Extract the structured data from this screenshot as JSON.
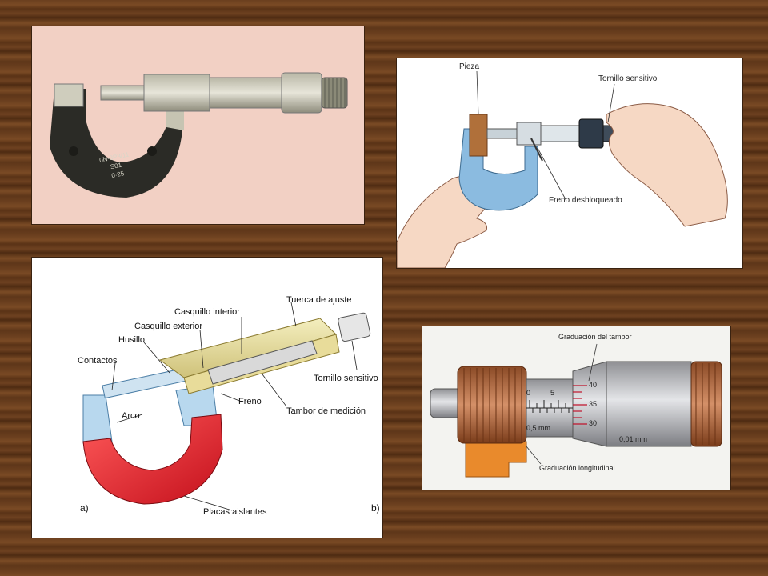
{
  "photo": {
    "engraving": [
      "0N-8P3/11",
      "S01",
      "0·25"
    ]
  },
  "usage": {
    "pieza": "Pieza",
    "tornillo_sensitivo": "Tornillo sensitivo",
    "freno_desbloqueado": "Freno desbloqueado"
  },
  "parts": {
    "tuerca_de_ajuste": "Tuerca de ajuste",
    "casquillo_interior": "Casquillo interior",
    "casquillo_exterior": "Casquillo exterior",
    "husillo": "Husillo",
    "contactos": "Contactos",
    "tornillo_sensitivo": "Tornillo sensitivo",
    "freno": "Freno",
    "tambor_de_medicion": "Tambor de medición",
    "arco": "Arco",
    "placas_aislantes": "Placas aislantes",
    "a": "a)",
    "b": "b)"
  },
  "scale": {
    "graduacion_del_tambor": "Graduación del tambor",
    "graduacion_longitudinal": "Graduación longitudinal",
    "sleeve_0": "0",
    "sleeve_5": "5",
    "half_mm": "0,5 mm",
    "drum_40": "40",
    "drum_35": "35",
    "drum_30": "30",
    "hundredth_mm": "0,01 mm"
  },
  "colors": {
    "arc_red": "#e8242f",
    "frame_blue": "#a8cdea",
    "brass": "#e8dc9a",
    "knurl_copper": "#b86a40",
    "stand_orange": "#e98a2c"
  }
}
